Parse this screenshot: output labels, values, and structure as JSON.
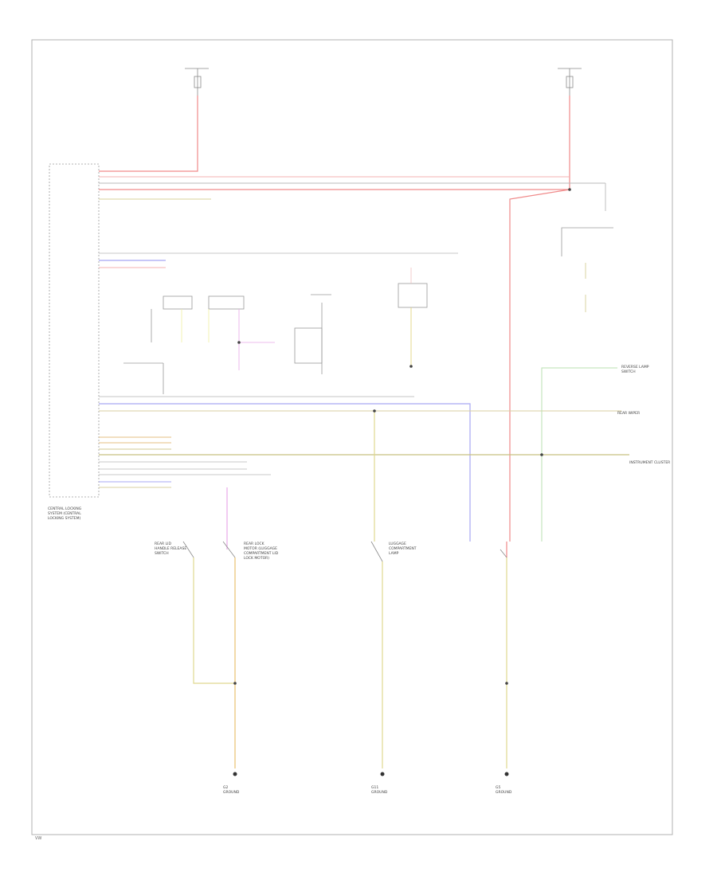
{
  "diagram": {
    "labels": {
      "central_locking": [
        "CENTRAL LOCKING",
        "SYSTEM (CENTRAL",
        "LOCKING SYSTEM)"
      ],
      "rear_lid_switch": [
        "REAR LID",
        "HANDLE RELEASE",
        "SWITCH"
      ],
      "rear_lock_motor": [
        "REAR LOCK",
        "MOTOR (LUGGAGE",
        "COMPARTMENT LID",
        "LOCK MOTOR)"
      ],
      "luggage_lamp": [
        "LUGGAGE",
        "COMPARTMENT",
        "LAMP"
      ],
      "rear_wiper": "REAR WIPER",
      "instrument_cluster": "INSTRUMENT CLUSTER",
      "reverse_lamp": [
        "REVERSE LAMP",
        "SWITCH"
      ],
      "ground_left": [
        "G2",
        "GROUND"
      ],
      "ground_center": [
        "G11",
        "GROUND"
      ],
      "ground_right": [
        "G5",
        "GROUND"
      ]
    },
    "footer": "VW"
  }
}
